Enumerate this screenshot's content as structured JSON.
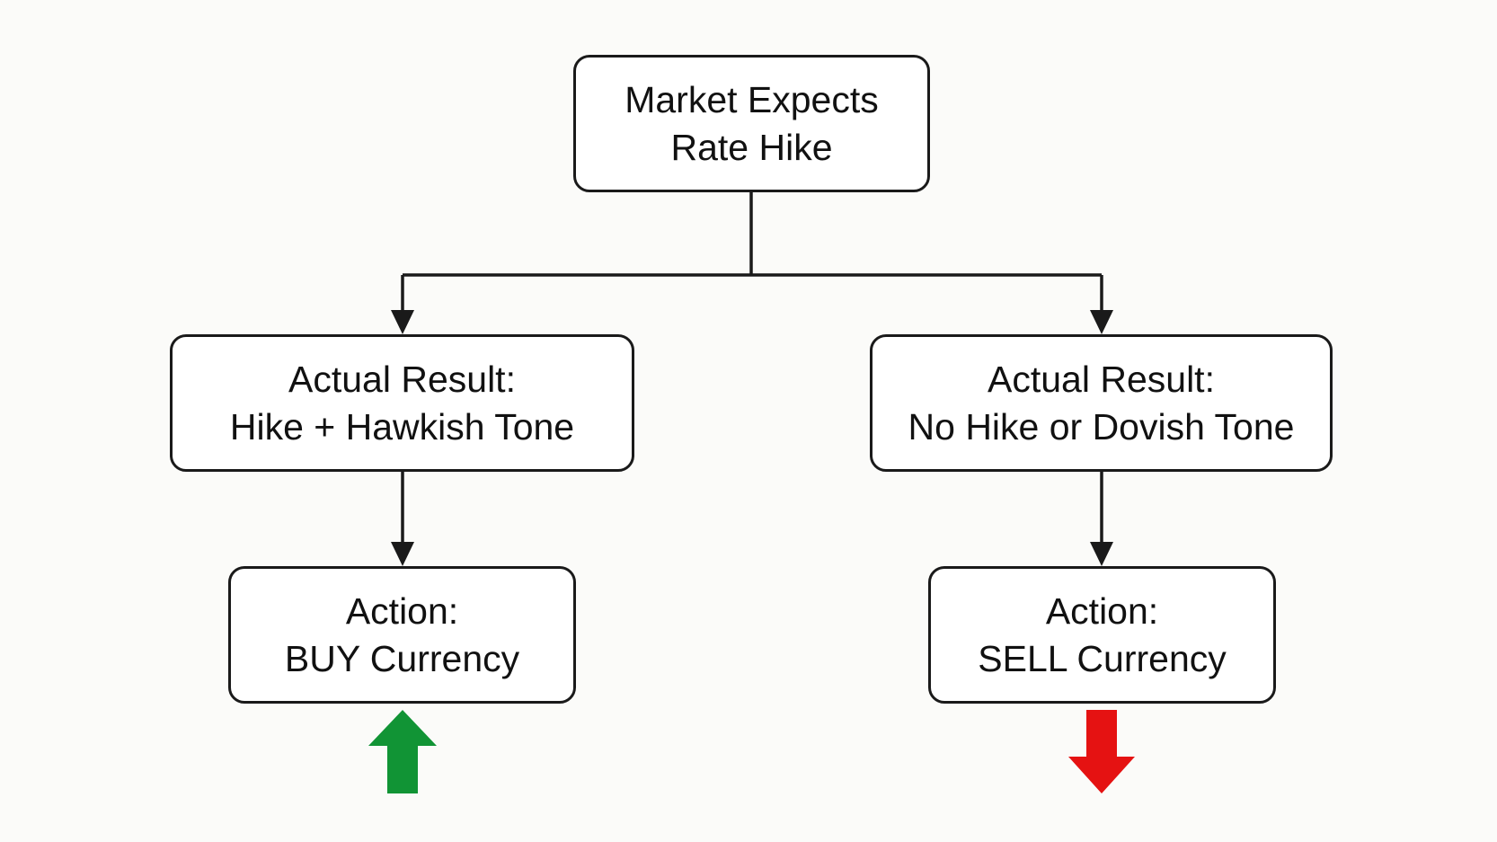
{
  "diagram": {
    "nodes": {
      "root": {
        "line1": "Market Expects",
        "line2": "Rate Hike"
      },
      "left_result": {
        "line1": "Actual Result:",
        "line2": "Hike + Hawkish Tone"
      },
      "right_result": {
        "line1": "Actual Result:",
        "line2": "No Hike or Dovish Tone"
      },
      "buy_action": {
        "line1": "Action:",
        "line2": "BUY Currency"
      },
      "sell_action": {
        "line1": "Action:",
        "line2": "SELL Currency"
      }
    },
    "edges": [
      {
        "from": "root",
        "to": "left_result"
      },
      {
        "from": "root",
        "to": "right_result"
      },
      {
        "from": "left_result",
        "to": "buy_action"
      },
      {
        "from": "right_result",
        "to": "sell_action"
      }
    ],
    "indicators": {
      "buy": {
        "direction": "up",
        "icon": "up-arrow-icon",
        "color": "#119435"
      },
      "sell": {
        "direction": "down",
        "icon": "down-arrow-icon",
        "color": "#e51212"
      }
    },
    "colors": {
      "line": "#1a1a1a",
      "box_border": "#1a1a1a",
      "background": "#fbfbf9"
    }
  }
}
